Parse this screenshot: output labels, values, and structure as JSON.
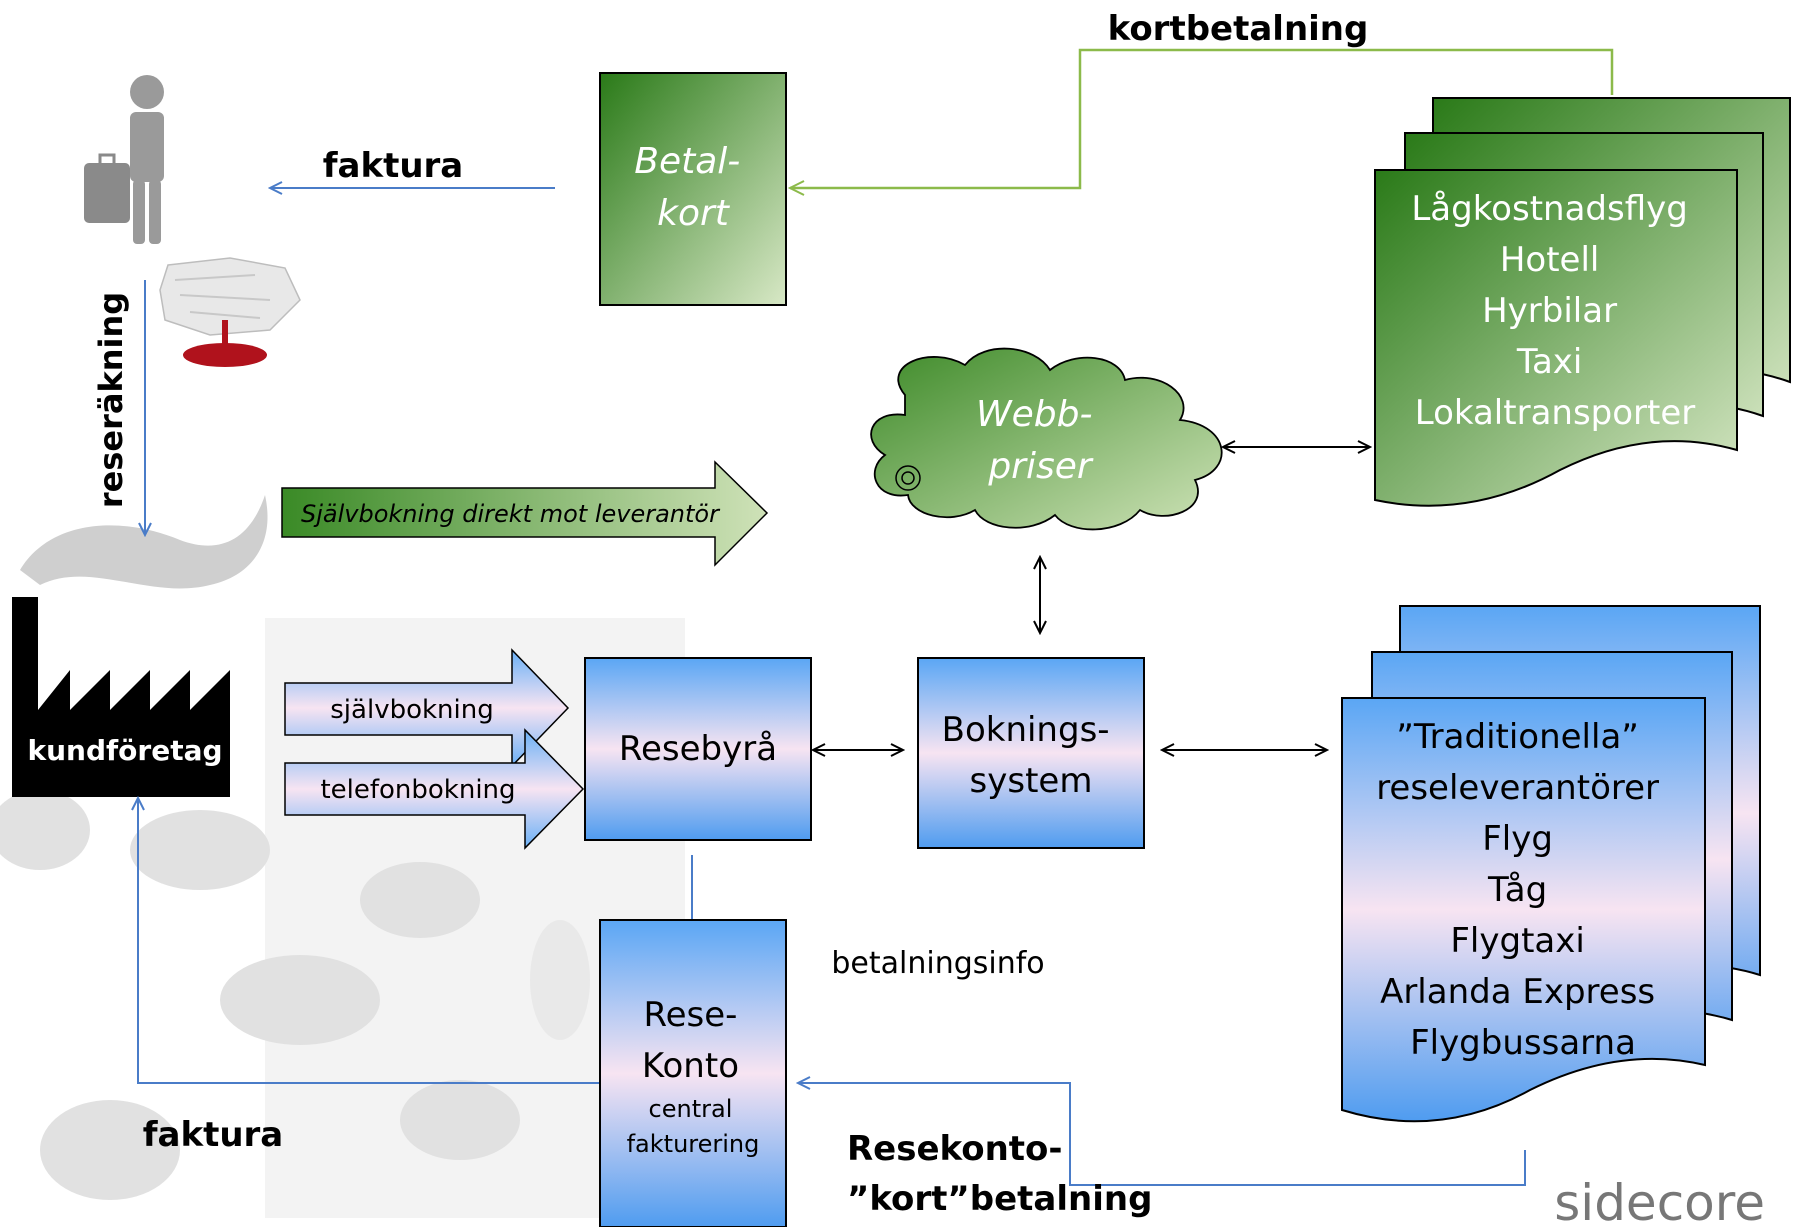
{
  "labels": {
    "kortbetalning": "kortbetalning",
    "faktura_top": "faktura",
    "reserakning": "reseräkning",
    "kundforetag": "kundföretag",
    "faktura_bottom": "faktura",
    "betalningsinfo": "betalningsinfo",
    "resekonto_line1": "Resekonto-",
    "resekonto_line2": "”kort”betalning",
    "logo": "sidecore"
  },
  "boxes": {
    "betalkort": [
      "Betal-",
      "kort"
    ],
    "webbpriser": [
      "Webb-",
      "priser"
    ],
    "resebyra": "Resebyrå",
    "bokningssystem": [
      "Boknings-",
      "system"
    ],
    "resekonto": [
      "Rese-",
      "Konto",
      "central",
      "fakturering"
    ]
  },
  "arrows": {
    "sjalvbokning_direkt": "Självbokning direkt mot leverantör",
    "sjalvbokning": "självbokning",
    "telefonbokning": "telefonbokning"
  },
  "suppliers_green": [
    "Lågkostnadsflyg",
    "Hotell",
    "Hyrbilar",
    "Taxi",
    "Lokaltransporter"
  ],
  "suppliers_blue": [
    "”Traditionella”",
    "reseleverantörer",
    "Flyg",
    "Tåg",
    "Flygtaxi",
    "Arlanda Express",
    "Flygbussarna"
  ],
  "colors": {
    "green_dark": "#2e7d1a",
    "green_light": "#d6e6c2",
    "blue": "#4f9cf0",
    "blue_pink": "#f7e4f2",
    "connector_blue": "#4a7cc8",
    "connector_green": "#8cba4a",
    "logo_accent": "#e8322a"
  }
}
